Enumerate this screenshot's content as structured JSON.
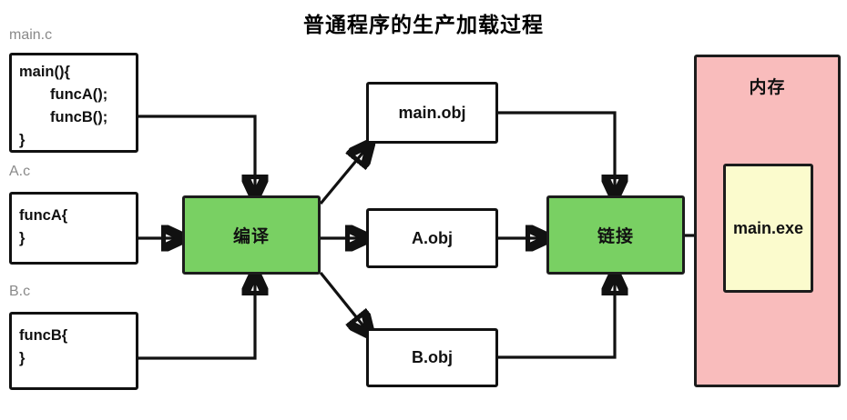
{
  "title": "普通程序的生产加载过程",
  "sources": [
    {
      "label": "main.c",
      "lines": [
        "main(){",
        "funcA();",
        "funcB();",
        "}"
      ]
    },
    {
      "label": "A.c",
      "lines": [
        "funcA{",
        "}"
      ]
    },
    {
      "label": "B.c",
      "lines": [
        "funcB{",
        "}"
      ]
    }
  ],
  "process": {
    "compile": "编译",
    "link": "链接"
  },
  "objects": [
    {
      "label": "main.obj"
    },
    {
      "label": "A.obj"
    },
    {
      "label": "B.obj"
    }
  ],
  "memory": {
    "title": "内存",
    "executable": "main.exe"
  },
  "colors": {
    "process_fill": "#79d063",
    "memory_fill": "#f9bcbc",
    "executable_fill": "#fbfbcd",
    "stroke": "#111111",
    "source_label": "#8a8a8a"
  }
}
